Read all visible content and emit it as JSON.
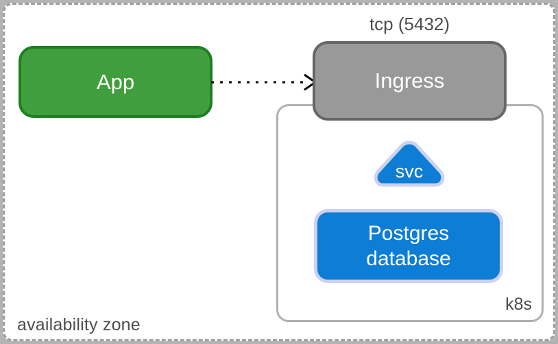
{
  "diagram": {
    "title": "availability zone kubernetes postgres diagram",
    "zones": {
      "availability_zone": {
        "label": "availability zone",
        "border_color": "#9e9e9e",
        "border_style": "dashed"
      },
      "k8s": {
        "label": "k8s",
        "border_color": "#b0b0b0",
        "border_style": "solid"
      }
    },
    "nodes": {
      "app": {
        "label": "App",
        "fill": "#419e3e",
        "stroke": "#1d8020",
        "text_color": "#ffffff",
        "shape": "rounded-rect"
      },
      "ingress": {
        "label": "Ingress",
        "fill": "#999999",
        "stroke": "#666666",
        "text_color": "#ffffff",
        "shape": "rounded-rect"
      },
      "svc": {
        "label": "svc",
        "fill": "#0d7dd6",
        "stroke": "#ccd2ef",
        "text_color": "#ffffff",
        "shape": "rounded-triangle"
      },
      "postgres": {
        "label_line1": "Postgres",
        "label_line2": "database",
        "fill": "#0d7dd6",
        "stroke": "#ccd2ef",
        "text_color": "#ffffff",
        "shape": "rounded-rect"
      }
    },
    "edges": [
      {
        "from": "app",
        "to": "ingress",
        "label": "tcp (5432)",
        "style": "dotted",
        "color": "#000000",
        "arrowhead": "open"
      }
    ]
  }
}
